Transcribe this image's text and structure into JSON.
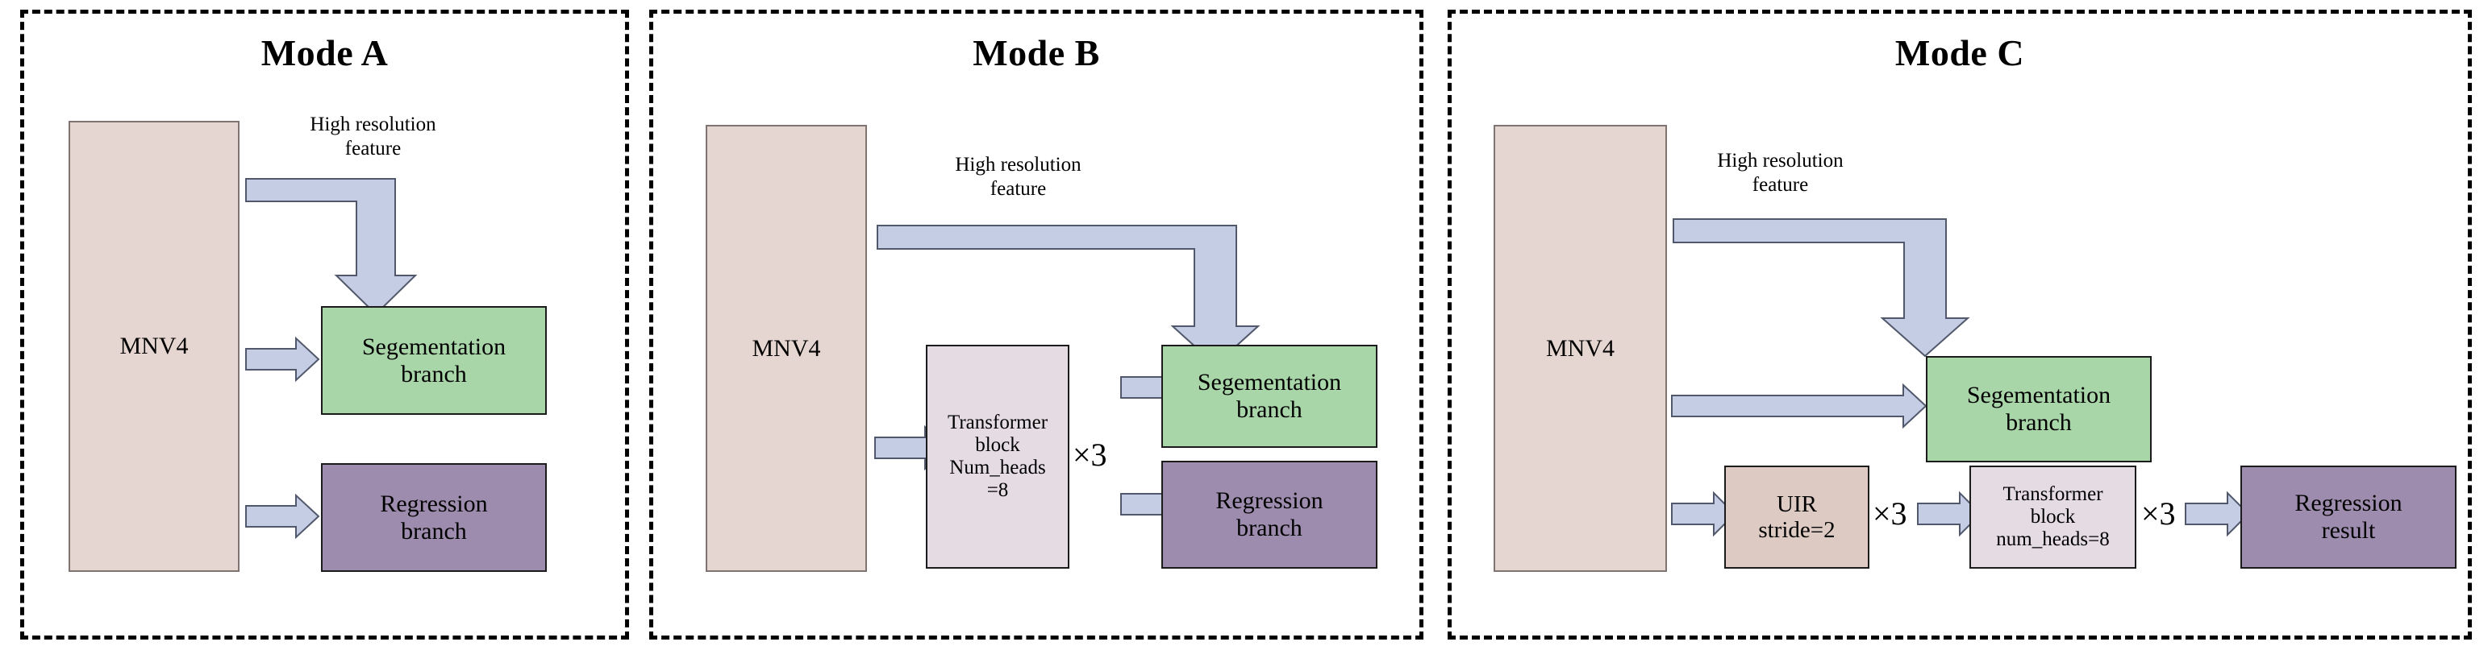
{
  "figure": {
    "type": "diagram",
    "panel_count": 3,
    "background": "#ffffff",
    "colors": {
      "backbone": "#e6d6d1",
      "segmentation": "#a9d6a9",
      "regression": "#9d8cae",
      "transformer": "#e4dbe3",
      "uir": "#ddcac3",
      "arrow": "#c4cde3",
      "arrow_border": "#51586b",
      "panel_border": "#000000"
    }
  },
  "panels": [
    {
      "id": "mode-a",
      "title": "Mode A",
      "backbone": {
        "label": "MNV4"
      },
      "skip_caption": "High resolution\nfeature",
      "blocks": [
        {
          "id": "segmentation-branch",
          "label": "Segementation\nbranch"
        },
        {
          "id": "regression-branch",
          "label": "Regression\nbranch"
        }
      ]
    },
    {
      "id": "mode-b",
      "title": "Mode B",
      "backbone": {
        "label": "MNV4"
      },
      "skip_caption": "High resolution\nfeature",
      "blocks": [
        {
          "id": "transformer-block",
          "label": "Transformer\nblock\nNum_heads\n=8",
          "multiplier": "×3"
        },
        {
          "id": "segmentation-branch",
          "label": "Segementation\nbranch"
        },
        {
          "id": "regression-branch",
          "label": "Regression\nbranch"
        }
      ]
    },
    {
      "id": "mode-c",
      "title": "Mode C",
      "backbone": {
        "label": "MNV4"
      },
      "skip_caption": "High resolution\nfeature",
      "blocks": [
        {
          "id": "segmentation-branch",
          "label": "Segementation\nbranch"
        },
        {
          "id": "uir-block",
          "label": "UIR\nstride=2",
          "multiplier": "×3"
        },
        {
          "id": "transformer-block",
          "label": "Transformer\nblock\nnum_heads=8",
          "multiplier": "×3"
        },
        {
          "id": "regression-result",
          "label": "Regression\nresult"
        }
      ]
    }
  ]
}
